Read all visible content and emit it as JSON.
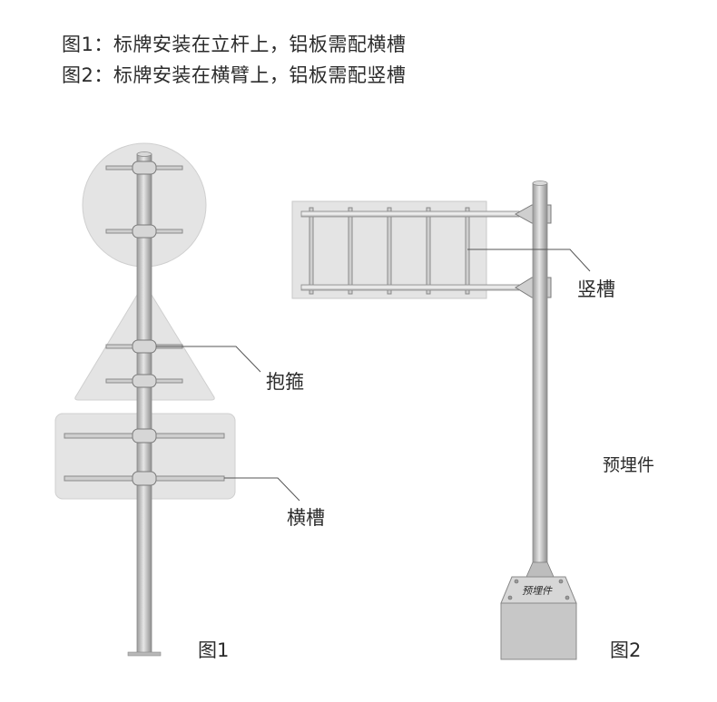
{
  "header": {
    "line1": "图1：标牌安装在立杆上，铝板需配横槽",
    "line2": "图2：标牌安装在横臂上，铝板需配竖槽"
  },
  "figure1": {
    "caption": "图1",
    "label_hoop": "抱箍",
    "label_horizontal_slot": "横槽"
  },
  "figure2": {
    "caption": "图2",
    "label_vertical_slot": "竖槽",
    "label_embedded_part": "预埋件",
    "block_text": "预埋件"
  },
  "colors": {
    "panel_fill": "#e4e4e4",
    "panel_stroke": "#c9c9c9",
    "pole": "#b4b4b4",
    "leader": "#555555"
  }
}
